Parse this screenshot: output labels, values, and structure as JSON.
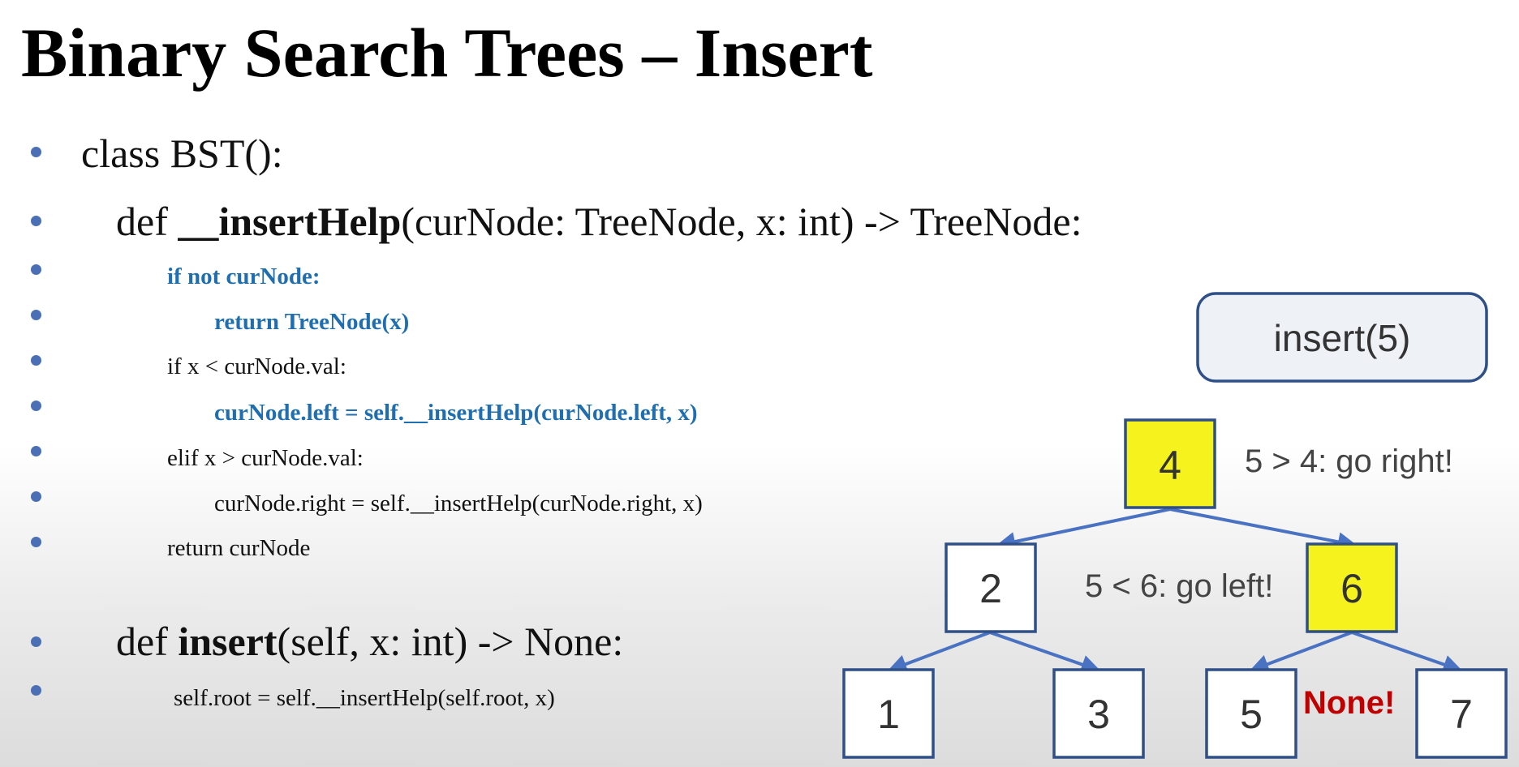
{
  "title": "Binary Search Trees – Insert",
  "code": {
    "l1": "class BST():",
    "l2_pre": "def ",
    "l2_bold": "__insertHelp",
    "l2_post": "(curNode: TreeNode, x: int) -> TreeNode:",
    "l3": "if not curNode:",
    "l4": "return TreeNode(x)",
    "l5": "if x < curNode.val:",
    "l6": "curNode.left = self.__insertHelp(curNode.left, x)",
    "l7": "elif x > curNode.val:",
    "l8": "curNode.right = self.__insertHelp(curNode.right, x)",
    "l9": "return curNode",
    "l10_pre": "def ",
    "l10_bold": "insert",
    "l10_post": "(self, x: int) -> None:",
    "l11": "self.root = self.__insertHelp(self.root, x)"
  },
  "diagram": {
    "call_label": "insert(5)",
    "nodes": {
      "n4": "4",
      "n2": "2",
      "n6": "6",
      "n1": "1",
      "n3": "3",
      "n5": "5",
      "n7": "7"
    },
    "annotations": {
      "go_right": "5 > 4: go right!",
      "go_left": "5 < 6: go left!",
      "none": "None!"
    },
    "colors": {
      "highlight": "#f5f21e",
      "node_border": "#2f4f87",
      "edge": "#4a72c2",
      "code_blue": "#1f6fb0",
      "none_red": "#c00000",
      "bullet": "#4a6fb5"
    }
  }
}
